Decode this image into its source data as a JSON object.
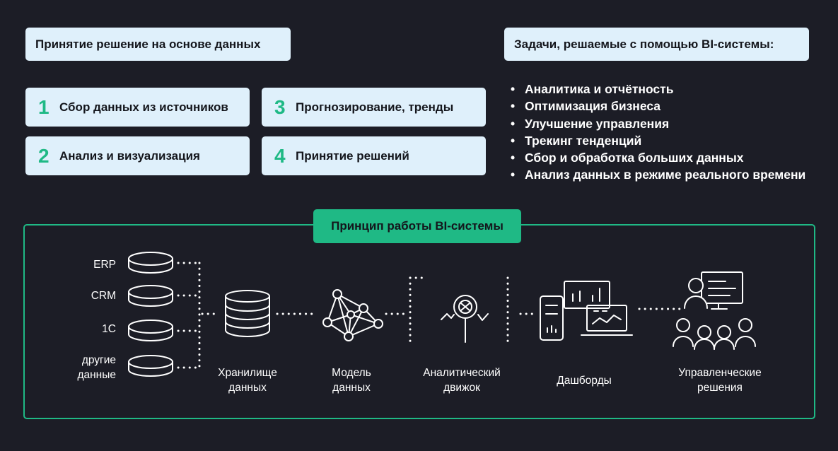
{
  "left_title": "Принятие решение на основе данных",
  "right_title": "Задачи, решаемые с помощью BI-системы:",
  "steps": [
    {
      "num": "1",
      "label": "Сбор данных из источников"
    },
    {
      "num": "2",
      "label": "Анализ и визуализация"
    },
    {
      "num": "3",
      "label": "Прогнозирование, тренды"
    },
    {
      "num": "4",
      "label": "Принятие решений"
    }
  ],
  "tasks": [
    "Аналитика и отчётность",
    "Оптимизация бизнеса",
    "Улучшение управления",
    "Трекинг тенденций",
    "Сбор и обработка больших данных",
    "Анализ данных в режиме реального времени"
  ],
  "diagram": {
    "title": "Принцип работы BI-системы",
    "sources": [
      "ERP",
      "CRM",
      "1С",
      "другие",
      "данные"
    ],
    "stages": [
      {
        "line1": "Хранилище",
        "line2": "данных"
      },
      {
        "line1": "Модель",
        "line2": "данных"
      },
      {
        "line1": "Аналитический",
        "line2": "движок"
      },
      {
        "line1": "Дашборды",
        "line2": ""
      },
      {
        "line1": "Управленческие",
        "line2": "решения"
      }
    ]
  },
  "colors": {
    "accent": "#1fb985",
    "card": "#dff0fb",
    "background": "#1c1d26"
  }
}
